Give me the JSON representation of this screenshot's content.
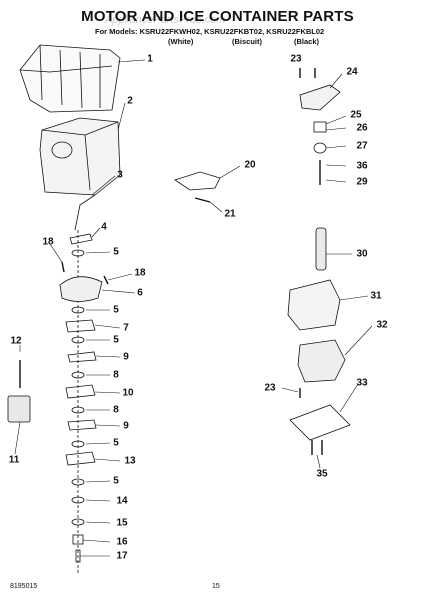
{
  "header": {
    "title": "MOTOR AND ICE CONTAINER PARTS",
    "models_line": "For Models: KSRU22FKWH02, KSRU22FKBT02, KSRU22FKBL02",
    "variants": [
      "(White)",
      "(Biscuit)",
      "(Black)"
    ]
  },
  "watermark": "AppliancePartsPros.com",
  "footer": {
    "doc_number": "8195015",
    "page_number": "15"
  },
  "callouts": [
    {
      "id": "c1",
      "label": "1"
    },
    {
      "id": "c2",
      "label": "2"
    },
    {
      "id": "c3",
      "label": "3"
    },
    {
      "id": "c4",
      "label": "4"
    },
    {
      "id": "c5a",
      "label": "5"
    },
    {
      "id": "c18a",
      "label": "18"
    },
    {
      "id": "c18b",
      "label": "18"
    },
    {
      "id": "c6",
      "label": "6"
    },
    {
      "id": "c5b",
      "label": "5"
    },
    {
      "id": "c7",
      "label": "7"
    },
    {
      "id": "c5c",
      "label": "5"
    },
    {
      "id": "c12",
      "label": "12"
    },
    {
      "id": "c9a",
      "label": "9"
    },
    {
      "id": "c8a",
      "label": "8"
    },
    {
      "id": "c10",
      "label": "10"
    },
    {
      "id": "c8b",
      "label": "8"
    },
    {
      "id": "c9b",
      "label": "9"
    },
    {
      "id": "c11",
      "label": "11"
    },
    {
      "id": "c5d",
      "label": "5"
    },
    {
      "id": "c13",
      "label": "13"
    },
    {
      "id": "c5e",
      "label": "5"
    },
    {
      "id": "c14",
      "label": "14"
    },
    {
      "id": "c15",
      "label": "15"
    },
    {
      "id": "c16",
      "label": "16"
    },
    {
      "id": "c17",
      "label": "17"
    },
    {
      "id": "c20",
      "label": "20"
    },
    {
      "id": "c21",
      "label": "21"
    },
    {
      "id": "c23a",
      "label": "23"
    },
    {
      "id": "c24",
      "label": "24"
    },
    {
      "id": "c25",
      "label": "25"
    },
    {
      "id": "c26",
      "label": "26"
    },
    {
      "id": "c27",
      "label": "27"
    },
    {
      "id": "c36",
      "label": "36"
    },
    {
      "id": "c29",
      "label": "29"
    },
    {
      "id": "c30",
      "label": "30"
    },
    {
      "id": "c31",
      "label": "31"
    },
    {
      "id": "c32",
      "label": "32"
    },
    {
      "id": "c23b",
      "label": "23"
    },
    {
      "id": "c33",
      "label": "33"
    },
    {
      "id": "c35",
      "label": "35"
    }
  ]
}
